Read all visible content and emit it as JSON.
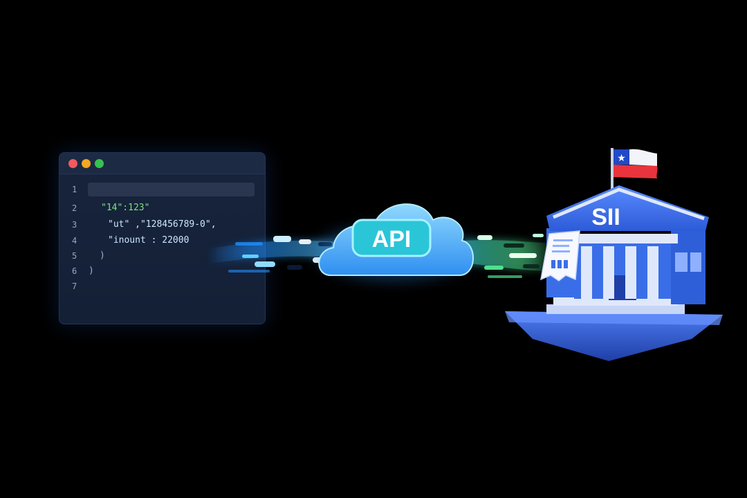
{
  "editor": {
    "window_controls": [
      "close-dot",
      "minimize-dot",
      "maximize-dot"
    ],
    "lines": [
      {
        "number": "1",
        "text": ""
      },
      {
        "number": "2",
        "text": "\"14\":123\""
      },
      {
        "number": "3",
        "text": "\"ut\" ,\"128456789-0\","
      },
      {
        "number": "4",
        "text": "\"inount : 22000"
      },
      {
        "number": "5",
        "text": ")"
      },
      {
        "number": "6",
        "text": ")"
      },
      {
        "number": "7",
        "text": ""
      }
    ]
  },
  "cloud": {
    "label": "API"
  },
  "building": {
    "label": "SII",
    "flag": "chile-flag-icon"
  },
  "colors": {
    "background": "#000000",
    "editor_bg": "#17243c",
    "cloud_top": "#8fd9ff",
    "cloud_bottom": "#2f8ff0",
    "api_badge": "#2bc5d8",
    "stream_blue": "#1e8fff",
    "stream_green": "#4fe08f",
    "building_blue": "#3a6ee8",
    "building_light": "#dfe8fb",
    "flag_red": "#e8343c",
    "flag_blue": "#2149c8"
  }
}
